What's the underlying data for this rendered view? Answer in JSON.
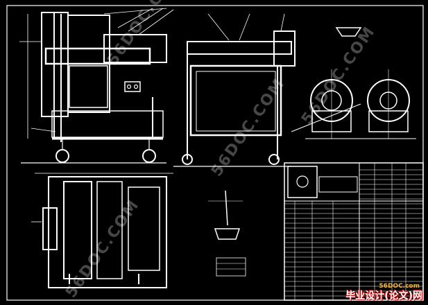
{
  "drawing": {
    "watermark_text": "56DOC.COM",
    "brand_site": "56DOC.com",
    "brand_text": "毕业设计(论文)网",
    "colors": {
      "background": "#000000",
      "line": "#ffffff",
      "brand_accent": "#f0a020"
    }
  }
}
